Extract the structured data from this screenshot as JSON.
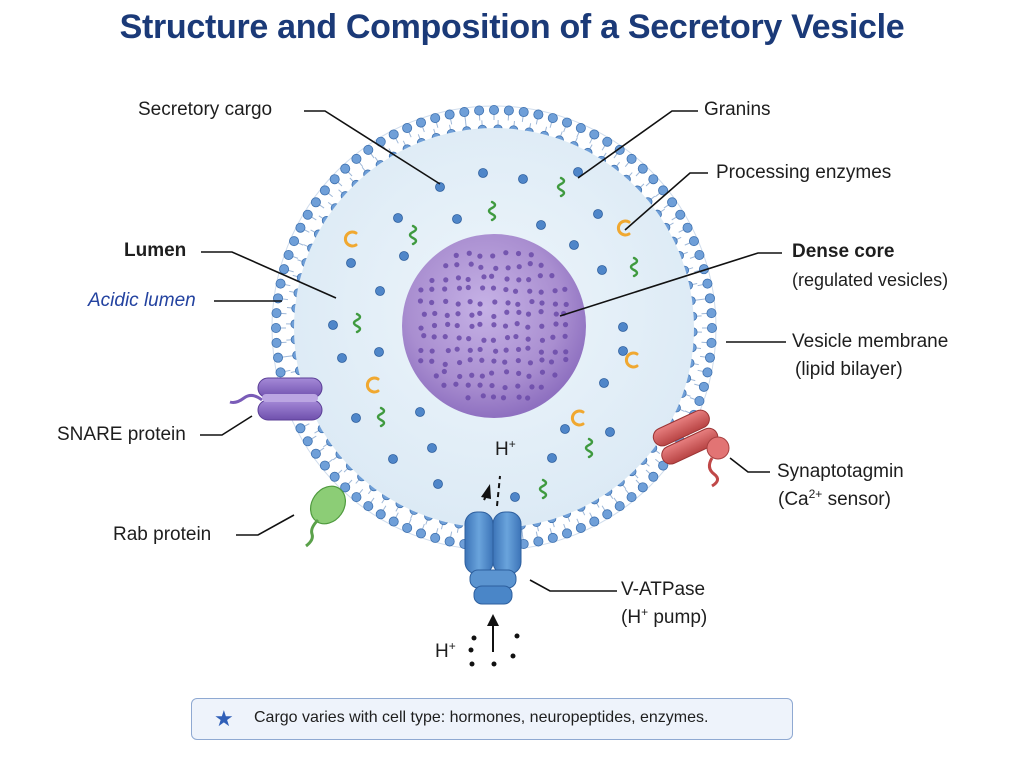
{
  "title": "Structure and Composition of a Secretory Vesicle",
  "labels": {
    "secretory_cargo": "Secretory cargo",
    "granins": "Granins",
    "processing_enzymes": "Processing enzymes",
    "lumen": "Lumen",
    "acidic_lumen": "Acidic lumen",
    "dense_core": "Dense core",
    "dense_core_sub": "(regulated vesicles)",
    "vesicle_membrane": "Vesicle membrane",
    "vesicle_membrane_sub": "(lipid bilayer)",
    "snare_protein": "SNARE protein",
    "synaptotagmin": "Synaptotagmin",
    "synaptotagmin_sub_pre": "(Ca",
    "synaptotagmin_sub_sup": "2+",
    "synaptotagmin_sub_post": " sensor)",
    "rab_protein": "Rab protein",
    "v_atpase": "V-ATPase",
    "v_atpase_sub_pre": "(H",
    "v_atpase_sub_sup": "+",
    "v_atpase_sub_post": " pump)",
    "h_inside": "H",
    "h_inside_sup": "+",
    "h_outside": "H",
    "h_outside_sup": "+"
  },
  "note": {
    "icon": "star-icon",
    "text": "Cargo varies with cell type: hormones, neuropeptides, enzymes."
  },
  "colors": {
    "title": "#1b3a78",
    "membrane_head": "#5b8fd0",
    "lumen": "#e4eff8",
    "dense_core": "#a98ed0",
    "snare": "#8c6cc8",
    "synaptotagmin": "#d45a5a",
    "rab": "#7fbf6a",
    "v_atpase": "#4a86c8",
    "granin": "#4aa04a",
    "enzyme": "#f0a830"
  }
}
